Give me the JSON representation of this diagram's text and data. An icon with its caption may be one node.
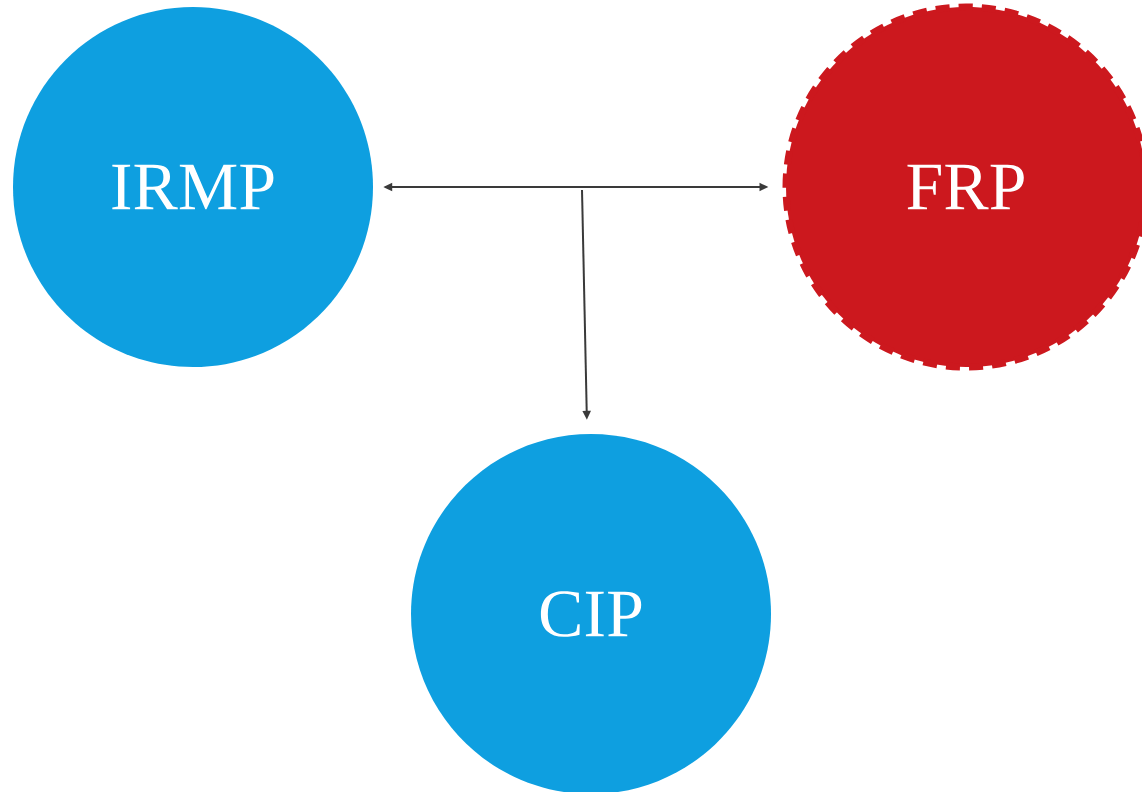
{
  "diagram": {
    "nodes": [
      {
        "text": [
          "IRMP"
        ]
      },
      {
        "text": [
          "FRP"
        ]
      },
      {
        "text": [
          "CIP"
        ]
      }
    ],
    "edges": [
      {
        "from": 0,
        "to": 1,
        "arrow": "both"
      },
      {
        "from": null,
        "to": 2,
        "arrow": "to"
      }
    ]
  }
}
